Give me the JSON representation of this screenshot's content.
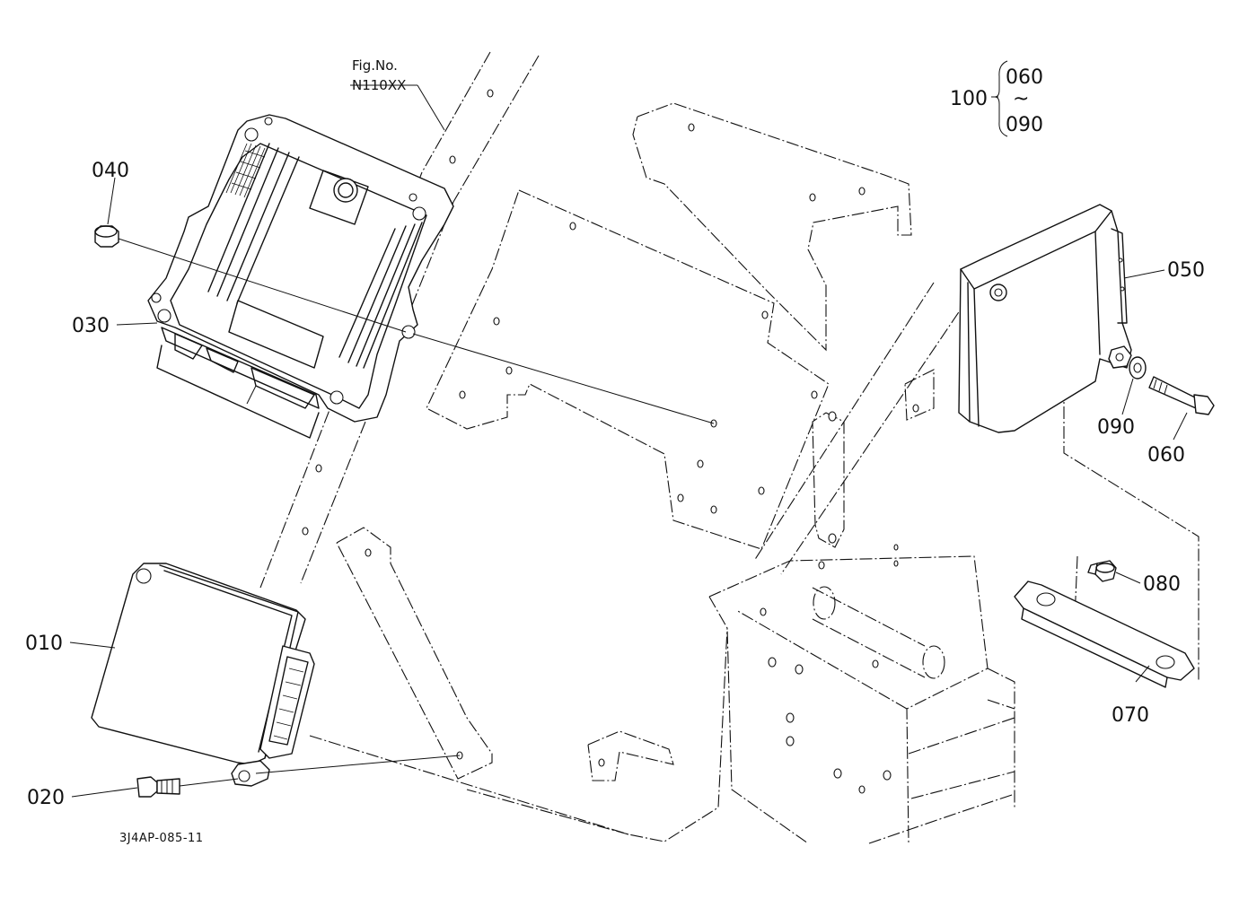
{
  "figure": {
    "fig_label": "Fig.No.",
    "fig_number": "N110XX",
    "drawing_code": "3J4AP-085-11"
  },
  "assembly": {
    "number": "100",
    "range_start": "060",
    "range_tilde": "~",
    "range_end": "090"
  },
  "callouts": [
    {
      "id": "010",
      "label": "010"
    },
    {
      "id": "020",
      "label": "020"
    },
    {
      "id": "030",
      "label": "030"
    },
    {
      "id": "040",
      "label": "040"
    },
    {
      "id": "050",
      "label": "050"
    },
    {
      "id": "060",
      "label": "060"
    },
    {
      "id": "070",
      "label": "070"
    },
    {
      "id": "080",
      "label": "080"
    },
    {
      "id": "090",
      "label": "090"
    }
  ]
}
